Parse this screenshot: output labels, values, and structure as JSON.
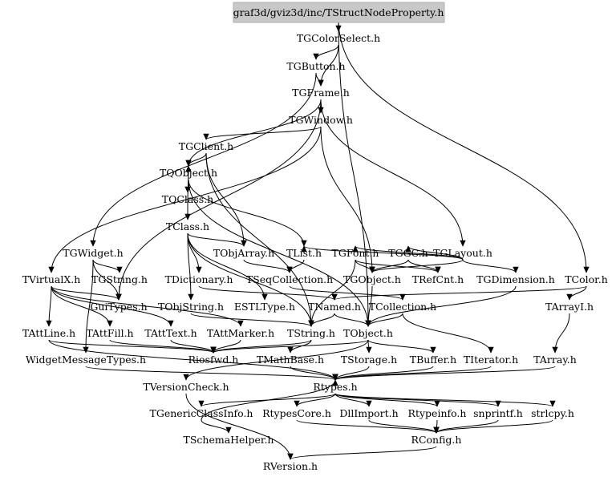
{
  "root": {
    "label": "graf3d/gviz3d/inc/TStructNodeProperty.h"
  },
  "nodes": {
    "TGColorSelect": "TGColorSelect.h",
    "TGButton": "TGButton.h",
    "TGFrame": "TGFrame.h",
    "TGWindow": "TGWindow.h",
    "TGClient": "TGClient.h",
    "TQObject": "TQObject.h",
    "TQClass": "TQClass.h",
    "TClass": "TClass.h",
    "TGWidget": "TGWidget.h",
    "TObjArray": "TObjArray.h",
    "TList": "TList.h",
    "TGFont": "TGFont.h",
    "TGGC": "TGGC.h",
    "TGLayout": "TGLayout.h",
    "TVirtualX": "TVirtualX.h",
    "TGString": "TGString.h",
    "TDictionary": "TDictionary.h",
    "TSeqCollection": "TSeqCollection.h",
    "TGObject": "TGObject.h",
    "TRefCnt": "TRefCnt.h",
    "TGDimension": "TGDimension.h",
    "TColor": "TColor.h",
    "GuiTypes": "GuiTypes.h",
    "TObjString": "TObjString.h",
    "ESTLType": "ESTLType.h",
    "TNamed": "TNamed.h",
    "TCollection": "TCollection.h",
    "TArrayI": "TArrayI.h",
    "TAttLine": "TAttLine.h",
    "TAttFill": "TAttFill.h",
    "TAttText": "TAttText.h",
    "TAttMarker": "TAttMarker.h",
    "TString": "TString.h",
    "TObject": "TObject.h",
    "WidgetMessageTypes": "WidgetMessageTypes.h",
    "Riosfwd": "Riosfwd.h",
    "TMathBase": "TMathBase.h",
    "TStorage": "TStorage.h",
    "TBuffer": "TBuffer.h",
    "TIterator": "TIterator.h",
    "TArray": "TArray.h",
    "TVersionCheck": "TVersionCheck.h",
    "Rtypes": "Rtypes.h",
    "TGenericClassInfo": "TGenericClassInfo.h",
    "RtypesCore": "RtypesCore.h",
    "DllImport": "DllImport.h",
    "Rtypeinfo": "Rtypeinfo.h",
    "snprintf": "snprintf.h",
    "strlcpy": "strlcpy.h",
    "TSchemaHelper": "TSchemaHelper.h",
    "RConfig": "RConfig.h",
    "RVersion": "RVersion.h"
  }
}
